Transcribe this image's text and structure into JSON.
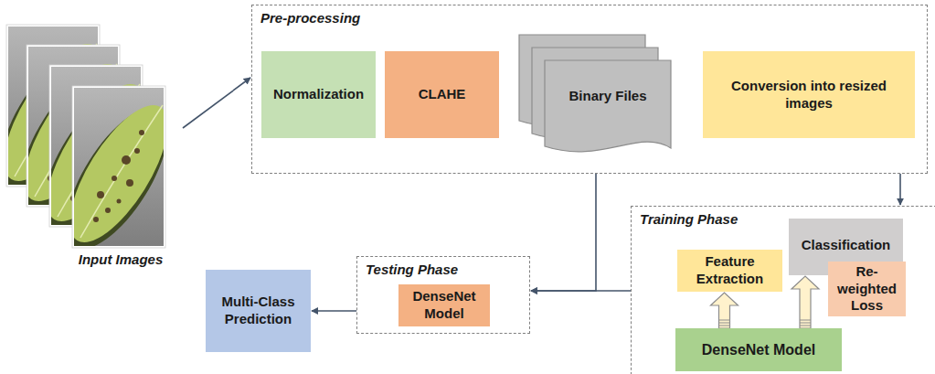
{
  "diagram": {
    "nodes": [
      {
        "text": [
          "Input Images"
        ]
      },
      {
        "text": [
          "Pre-processing"
        ]
      },
      {
        "text": [
          "Normalization"
        ],
        "in": 1
      },
      {
        "text": [
          "CLAHE"
        ],
        "in": 1
      },
      {
        "text": [
          "Binary Files"
        ],
        "in": 1
      },
      {
        "text": [
          "Conversion into resized images"
        ],
        "in": 1
      },
      {
        "text": [
          "Multi-Class Prediction"
        ]
      },
      {
        "text": [
          "Testing Phase"
        ]
      },
      {
        "text": [
          "DenseNet Model"
        ],
        "in": 7
      },
      {
        "text": [
          "Training Phase"
        ]
      },
      {
        "text": [
          "Feature Extraction"
        ],
        "in": 9
      },
      {
        "text": [
          "Classification"
        ],
        "in": 9
      },
      {
        "text": [
          "Re-weighted Loss"
        ],
        "in": 9
      },
      {
        "text": [
          "DenseNet Model"
        ],
        "in": 9
      }
    ],
    "edges": [
      {
        "from": 0,
        "to": 1,
        "arrow": "to"
      },
      {
        "from": 1,
        "to": 7,
        "arrow": "to"
      },
      {
        "from": 1,
        "to": 9,
        "arrow": "to"
      },
      {
        "from": 9,
        "to": 7,
        "arrow": "to"
      },
      {
        "from": 7,
        "to": 6,
        "arrow": "to"
      },
      {
        "from": 13,
        "to": 10,
        "arrow": "to"
      },
      {
        "from": 13,
        "to": 11,
        "arrow": "to"
      }
    ]
  }
}
